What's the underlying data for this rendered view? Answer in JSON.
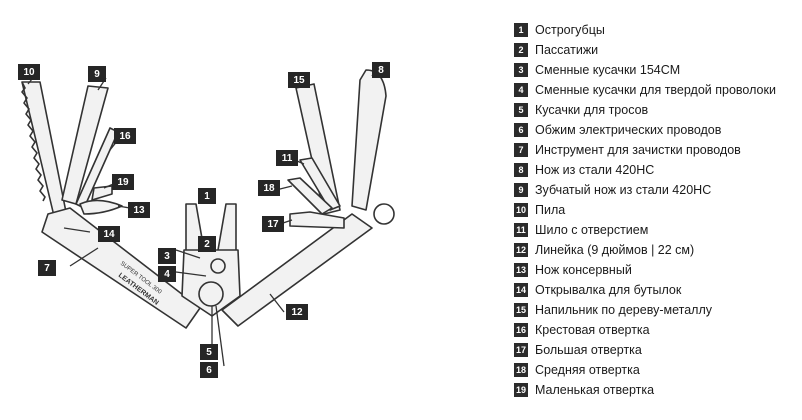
{
  "legend": [
    {
      "num": "1",
      "label": "Острогубцы"
    },
    {
      "num": "2",
      "label": "Пассатижи"
    },
    {
      "num": "3",
      "label": "Сменные кусачки 154CM"
    },
    {
      "num": "4",
      "label": "Сменные кусачки для твердой проволоки"
    },
    {
      "num": "5",
      "label": "Кусачки для тросов"
    },
    {
      "num": "6",
      "label": "Обжим электрических проводов"
    },
    {
      "num": "7",
      "label": "Инструмент для зачистки проводов"
    },
    {
      "num": "8",
      "label": "Нож из стали 420HC"
    },
    {
      "num": "9",
      "label": "Зубчатый нож из стали 420HC"
    },
    {
      "num": "10",
      "label": "Пила"
    },
    {
      "num": "11",
      "label": "Шило с отверстием"
    },
    {
      "num": "12",
      "label": "Линейка (9 дюймов | 22 см)"
    },
    {
      "num": "13",
      "label": "Нож консервный"
    },
    {
      "num": "14",
      "label": "Открывалка для бутылок"
    },
    {
      "num": "15",
      "label": "Напильник по дереву-металлу"
    },
    {
      "num": "16",
      "label": "Крестовая отвертка"
    },
    {
      "num": "17",
      "label": "Большая отвертка"
    },
    {
      "num": "18",
      "label": "Средняя отвертка"
    },
    {
      "num": "19",
      "label": "Маленькая отвертка"
    }
  ],
  "callouts": [
    "10",
    "9",
    "16",
    "19",
    "13",
    "14",
    "7",
    "1",
    "2",
    "3",
    "4",
    "5",
    "6",
    "15",
    "8",
    "11",
    "18",
    "17",
    "12"
  ],
  "handle_text": {
    "left_brand": "LEATHERMAN",
    "left_model": "SUPER TOOL 300"
  }
}
